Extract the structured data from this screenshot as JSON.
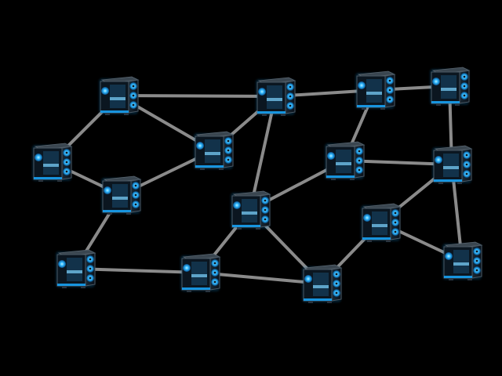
{
  "diagram": {
    "background_color": "#000000",
    "edge_color": "#8a8a8a",
    "node_glow_color": "#19a9ff",
    "node_body_color": "#0b1620",
    "node_icon": "gaming-pc-case-icon",
    "nodes": [
      {
        "id": "n1"
      },
      {
        "id": "n2"
      },
      {
        "id": "n3"
      },
      {
        "id": "n4"
      },
      {
        "id": "n5"
      },
      {
        "id": "n6"
      },
      {
        "id": "n7"
      },
      {
        "id": "n8"
      },
      {
        "id": "n9"
      },
      {
        "id": "n10"
      },
      {
        "id": "n11"
      },
      {
        "id": "n12"
      },
      {
        "id": "n13"
      },
      {
        "id": "n14"
      },
      {
        "id": "n15"
      },
      {
        "id": "n16"
      },
      {
        "id": "n17"
      }
    ],
    "edges": [
      [
        "n1",
        "n2"
      ],
      [
        "n1",
        "n4"
      ],
      [
        "n1",
        "n5"
      ],
      [
        "n2",
        "n3"
      ],
      [
        "n2",
        "n5"
      ],
      [
        "n2",
        "n8"
      ],
      [
        "n3",
        "n6"
      ],
      [
        "n3",
        "n7"
      ],
      [
        "n4",
        "n6"
      ],
      [
        "n5",
        "n6"
      ],
      [
        "n6",
        "n9"
      ],
      [
        "n7",
        "n11"
      ],
      [
        "n7",
        "n12"
      ],
      [
        "n8",
        "n10"
      ],
      [
        "n8",
        "n11"
      ],
      [
        "n8",
        "n13"
      ],
      [
        "n9",
        "n10"
      ],
      [
        "n10",
        "n13"
      ],
      [
        "n11",
        "n14"
      ],
      [
        "n12",
        "n15"
      ],
      [
        "n14",
        "n15"
      ],
      [
        "n13",
        "n16"
      ],
      [
        "n15",
        "n17"
      ],
      [
        "n16",
        "n15"
      ]
    ]
  }
}
